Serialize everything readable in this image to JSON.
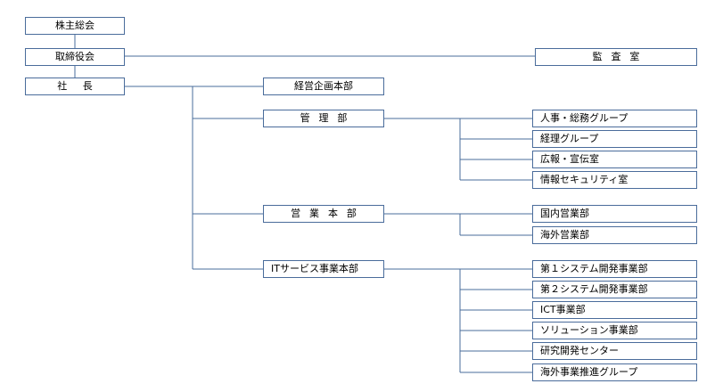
{
  "colors": {
    "line": "#4a6c9b",
    "box_border": "#4a6c9b",
    "box_fill": "#ffffff",
    "text": "#000000"
  },
  "org": {
    "shareholders": "株主総会",
    "board": "取締役会",
    "audit": "監査室",
    "president": "社長",
    "divisions": [
      {
        "name": "経営企画本部",
        "units": []
      },
      {
        "name": "管理部",
        "units": [
          "人事・総務グループ",
          "経理グループ",
          "広報・宣伝室",
          "情報セキュリティ室"
        ]
      },
      {
        "name": "営業本部",
        "units": [
          "国内営業部",
          "海外営業部"
        ]
      },
      {
        "name": "ITサービス事業本部",
        "units": [
          "第１システム開発事業部",
          "第２システム開発事業部",
          "ICT事業部",
          "ソリューション事業部",
          "研究開発センター",
          "海外事業推進グループ"
        ]
      }
    ]
  }
}
